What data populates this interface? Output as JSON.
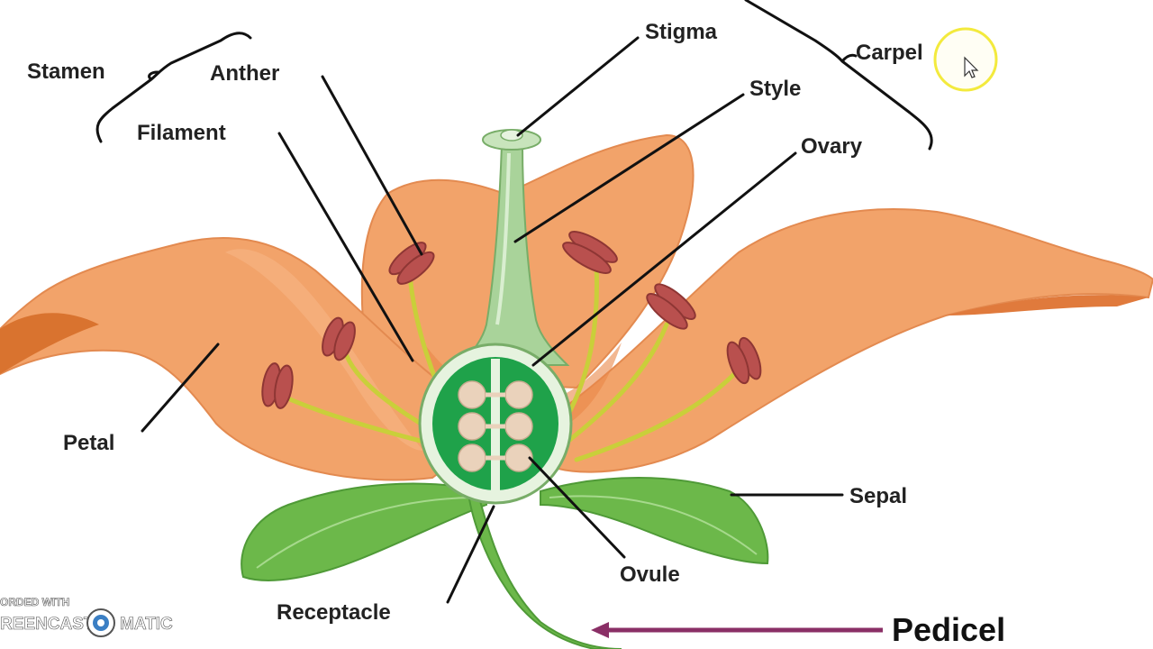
{
  "labels": {
    "stamen": "Stamen",
    "anther": "Anther",
    "filament": "Filament",
    "stigma": "Stigma",
    "style": "Style",
    "carpel": "Carpel",
    "ovary": "Ovary",
    "petal": "Petal",
    "sepal": "Sepal",
    "ovule": "Ovule",
    "receptacle": "Receptacle",
    "pedicel": "Pedicel"
  },
  "watermark": {
    "line1": "ORDED WITH",
    "left": "REENCAST",
    "right": "MATIC"
  },
  "colors": {
    "petal": "#f2a36a",
    "petal_shade": "#e07a3c",
    "sepal": "#6cb84a",
    "ovary_fill": "#1fa24a",
    "ovule": "#ead2bb",
    "anther": "#b9504e",
    "filament": "#c9cf3a",
    "pistil": "#a9d39a",
    "pedicel_arrow": "#8a2f66",
    "cursor_ring": "#f3ea3d"
  }
}
